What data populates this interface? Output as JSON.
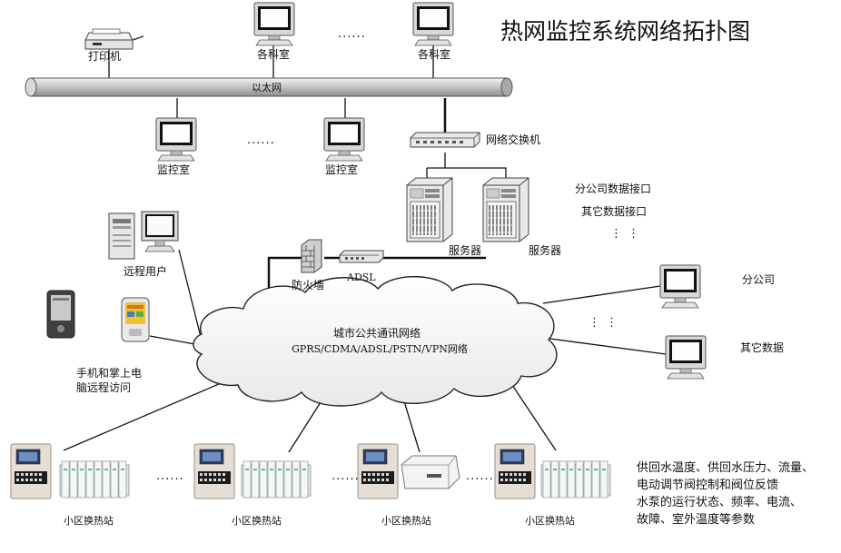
{
  "title": "热网监控系统网络拓扑图",
  "ethernet_label": "以太网",
  "printer_label": "打印机",
  "dept_label_1": "各科室",
  "dept_label_2": "各科室",
  "ellipsis_top": "......",
  "monitor_label_1": "监控室",
  "monitor_label_2": "监控室",
  "ellipsis_monitor": "......",
  "switch_label": "网络交换机",
  "server_label_1": "服务器",
  "server_label_2": "服务器",
  "branch_interface": "分公司数据接口",
  "other_interface": "其它数据接口",
  "vdots": "⋮ ⋮",
  "remote_user_label": "远程用户",
  "firewall_label": "防火墙",
  "adsl_label": "ADSL",
  "cloud_line1": "城市公共通讯网络",
  "cloud_line2": "GPRS/CDMA/ADSL/PSTN/VPN网络",
  "mobile_line1": "手机和掌上电",
  "mobile_line2": "脑远程访问",
  "branch_label": "分公司",
  "other_data_label": "其它数据",
  "vdots_right": "⋮ ⋮",
  "station_labels": [
    "小区换热站",
    "小区换热站",
    "小区换热站",
    "小区换热站"
  ],
  "station_ellipsis": "......",
  "notes": [
    "供回水温度、供回水压力、流量、",
    "电动调节阀控制和阀位反馈",
    "水泵的运行状态、频率、电流、",
    "故障、室外温度等参数"
  ]
}
